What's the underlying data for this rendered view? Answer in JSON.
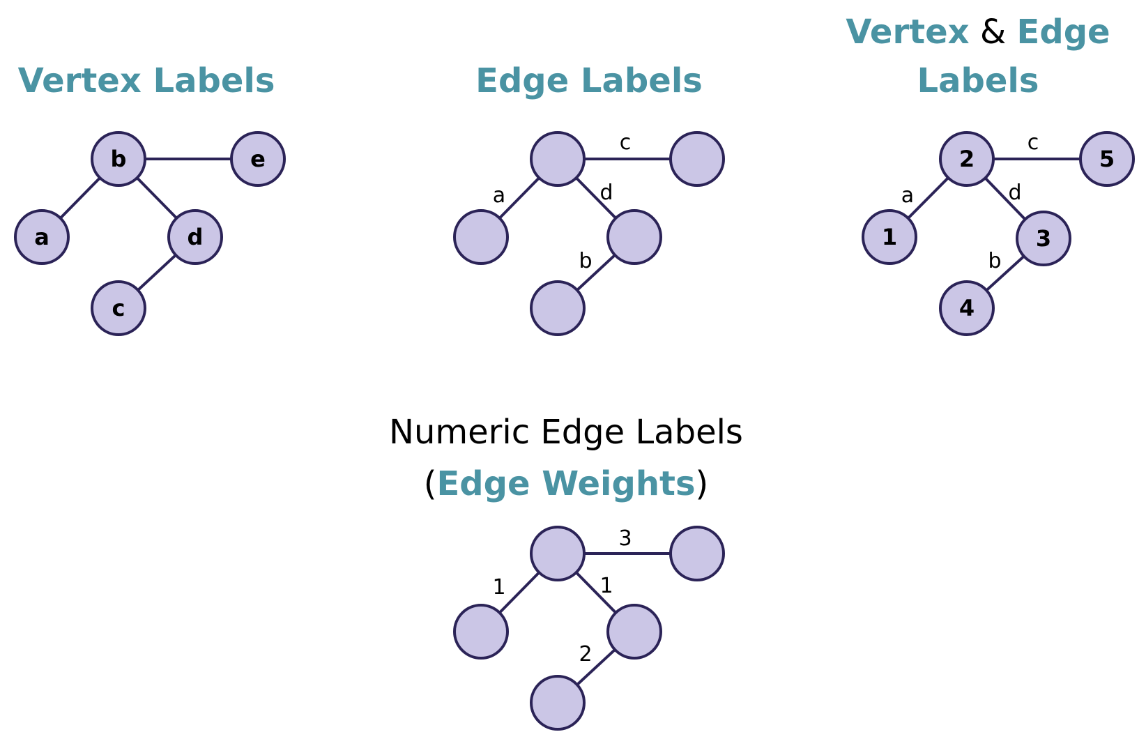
{
  "colors": {
    "accent": "#4a93a3",
    "node_fill": "#cbc6e6",
    "node_stroke": "#2b2357",
    "text": "#000000"
  },
  "panels": [
    {
      "id": "vertex-labels",
      "title_lines": [
        [
          {
            "text": "Vertex Labels",
            "accent": true
          }
        ]
      ],
      "nodes": [
        {
          "id": "b",
          "label": "b"
        },
        {
          "id": "e",
          "label": "e"
        },
        {
          "id": "a",
          "label": "a"
        },
        {
          "id": "d",
          "label": "d"
        },
        {
          "id": "c",
          "label": "c"
        }
      ],
      "edges": [
        {
          "from": "b",
          "to": "e",
          "label": ""
        },
        {
          "from": "b",
          "to": "a",
          "label": ""
        },
        {
          "from": "b",
          "to": "d",
          "label": ""
        },
        {
          "from": "d",
          "to": "c",
          "label": ""
        }
      ]
    },
    {
      "id": "edge-labels",
      "title_lines": [
        [
          {
            "text": "Edge Labels",
            "accent": true
          }
        ]
      ],
      "nodes": [
        {
          "id": "n1",
          "label": ""
        },
        {
          "id": "n2",
          "label": ""
        },
        {
          "id": "n3",
          "label": ""
        },
        {
          "id": "n4",
          "label": ""
        },
        {
          "id": "n5",
          "label": ""
        }
      ],
      "edges": [
        {
          "from": "n1",
          "to": "n2",
          "label": "c"
        },
        {
          "from": "n1",
          "to": "n3",
          "label": "a"
        },
        {
          "from": "n1",
          "to": "n4",
          "label": "d"
        },
        {
          "from": "n4",
          "to": "n5",
          "label": "b"
        }
      ]
    },
    {
      "id": "vertex-edge-labels",
      "title_lines": [
        [
          {
            "text": "Vertex",
            "accent": true
          },
          {
            "text": " & ",
            "accent": false
          },
          {
            "text": "Edge",
            "accent": true
          }
        ],
        [
          {
            "text": "Labels",
            "accent": true
          }
        ]
      ],
      "nodes": [
        {
          "id": "v2",
          "label": "2"
        },
        {
          "id": "v5",
          "label": "5"
        },
        {
          "id": "v1",
          "label": "1"
        },
        {
          "id": "v3",
          "label": "3"
        },
        {
          "id": "v4",
          "label": "4"
        }
      ],
      "edges": [
        {
          "from": "v2",
          "to": "v5",
          "label": "c"
        },
        {
          "from": "v2",
          "to": "v1",
          "label": "a"
        },
        {
          "from": "v2",
          "to": "v3",
          "label": "d"
        },
        {
          "from": "v3",
          "to": "v4",
          "label": "b"
        }
      ]
    },
    {
      "id": "edge-weights",
      "title_lines": [
        [
          {
            "text": "Numeric Edge Labels",
            "accent": false
          }
        ],
        [
          {
            "text": "(",
            "accent": false
          },
          {
            "text": "Edge Weights",
            "accent": true
          },
          {
            "text": ")",
            "accent": false
          }
        ]
      ],
      "nodes": [
        {
          "id": "w1",
          "label": ""
        },
        {
          "id": "w2",
          "label": ""
        },
        {
          "id": "w3",
          "label": ""
        },
        {
          "id": "w4",
          "label": ""
        },
        {
          "id": "w5",
          "label": ""
        }
      ],
      "edges": [
        {
          "from": "w1",
          "to": "w2",
          "label": "3"
        },
        {
          "from": "w1",
          "to": "w3",
          "label": "1"
        },
        {
          "from": "w1",
          "to": "w4",
          "label": "1"
        },
        {
          "from": "w4",
          "to": "w5",
          "label": "2"
        }
      ]
    }
  ]
}
